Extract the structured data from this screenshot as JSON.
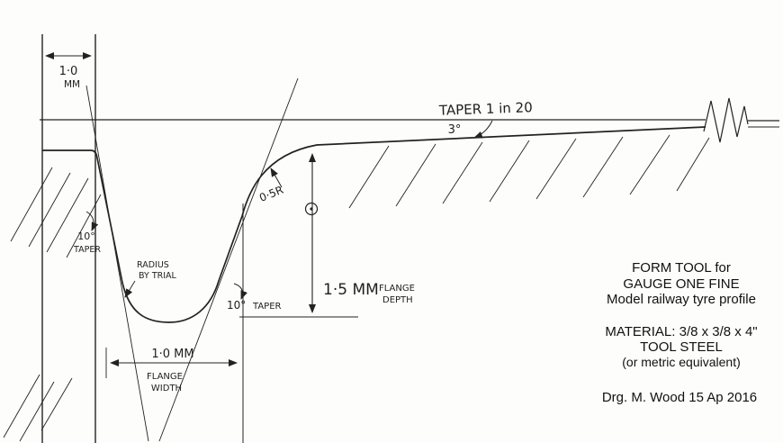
{
  "annotations": {
    "top_dim_value": "1·0",
    "top_dim_unit": "MM",
    "taper_label": "TAPER 1 in 20",
    "taper_angle": "3°",
    "radius_label": "0·5R",
    "flange_depth_value": "1·5 MM",
    "flange_depth_word1": "FLANGE",
    "flange_depth_word2": "DEPTH",
    "left_taper_angle": "10°",
    "left_taper_label": "TAPER",
    "radius_trial_line1": "RADIUS",
    "radius_trial_line2": "BY TRIAL",
    "right_taper_angle": "10°",
    "right_taper_label": "TAPER",
    "flange_width_value": "1·0 MM",
    "flange_width_word1": "FLANGE",
    "flange_width_word2": "WIDTH"
  },
  "title_block": {
    "line1": "FORM TOOL for",
    "line2": "GAUGE ONE FINE",
    "line3": "Model railway tyre profile",
    "line4": "MATERIAL: 3/8 x 3/8 x 4\"",
    "line5": "TOOL STEEL",
    "line6": "(or metric equivalent)",
    "signature": "Drg. M. Wood 15 Ap 2016"
  },
  "colors": {
    "ink": "#222222",
    "construction": "#999999",
    "paper": "#fdfdfc"
  }
}
